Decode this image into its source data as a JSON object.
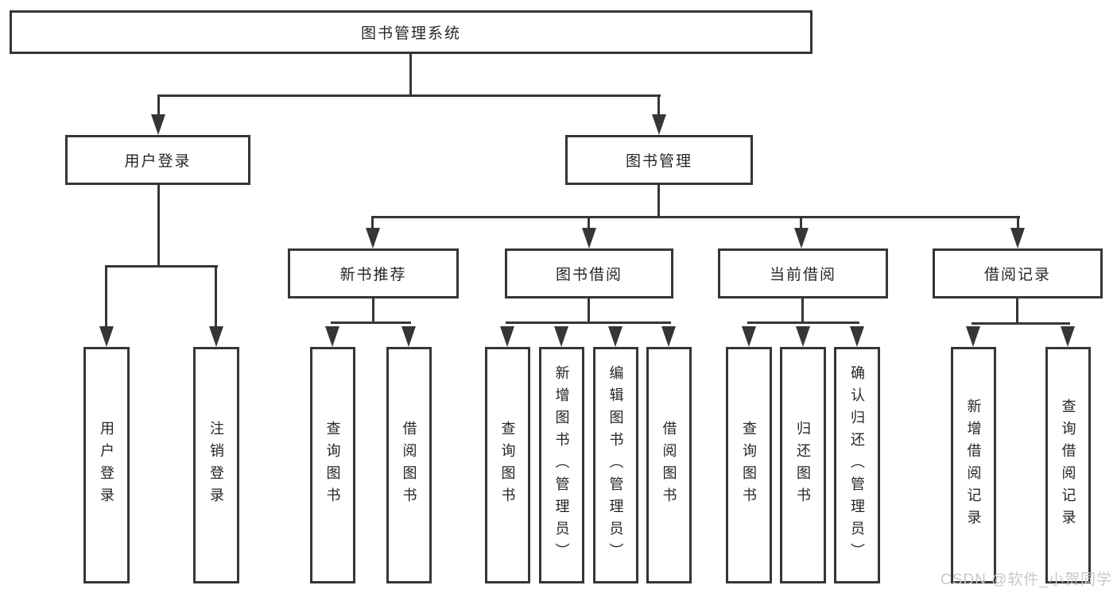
{
  "diagram": {
    "type": "hierarchy-tree",
    "root": {
      "label": "图书管理系统"
    },
    "level2": [
      {
        "label": "用户登录"
      },
      {
        "label": "图书管理"
      }
    ],
    "level3": [
      {
        "label": "新书推荐",
        "parent": "图书管理"
      },
      {
        "label": "图书借阅",
        "parent": "图书管理"
      },
      {
        "label": "当前借阅",
        "parent": "图书管理"
      },
      {
        "label": "借阅记录",
        "parent": "图书管理"
      }
    ],
    "leaves": [
      {
        "label": "用户登录",
        "parent": "用户登录"
      },
      {
        "label": "注销登录",
        "parent": "用户登录"
      },
      {
        "label": "查询图书",
        "parent": "新书推荐"
      },
      {
        "label": "借阅图书",
        "parent": "新书推荐"
      },
      {
        "label": "查询图书",
        "parent": "图书借阅"
      },
      {
        "label": "新增图书（管理员）",
        "parent": "图书借阅"
      },
      {
        "label": "编辑图书（管理员）",
        "parent": "图书借阅"
      },
      {
        "label": "借阅图书",
        "parent": "图书借阅"
      },
      {
        "label": "查询图书",
        "parent": "当前借阅"
      },
      {
        "label": "归还图书",
        "parent": "当前借阅"
      },
      {
        "label": "确认归还（管理员）",
        "parent": "当前借阅"
      },
      {
        "label": "新增借阅记录",
        "parent": "借阅记录"
      },
      {
        "label": "查询借阅记录",
        "parent": "借阅记录"
      }
    ]
  },
  "watermark": {
    "text": "CSDN @软件_小贺同学"
  },
  "colors": {
    "line": "#363636",
    "border": "#363636",
    "text": "#262626",
    "background": "#ffffff",
    "watermark": "#c9c9c9"
  }
}
